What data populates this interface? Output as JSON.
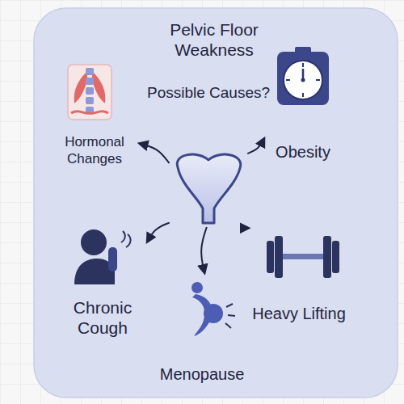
{
  "diagram": {
    "title": "Pelvic Floor Weakness",
    "nodes": [
      {
        "text": [
          "Possible Causes?"
        ]
      },
      {
        "text": [
          "Hormonal Changes"
        ]
      },
      {
        "text": [
          "Obesity"
        ]
      },
      {
        "text": [
          "Chronic Cough"
        ]
      },
      {
        "text": [
          "Heavy Lifting"
        ]
      },
      {
        "text": [
          "Menopause"
        ]
      }
    ],
    "edges": [
      {
        "from": 0,
        "to": 1,
        "arrow": "to"
      },
      {
        "from": 0,
        "to": 2,
        "arrow": "to"
      },
      {
        "from": 0,
        "to": 3,
        "arrow": "to"
      },
      {
        "from": 0,
        "to": 5,
        "arrow": "to"
      },
      {
        "from": 0,
        "to": 4,
        "arrow": "to"
      }
    ]
  }
}
